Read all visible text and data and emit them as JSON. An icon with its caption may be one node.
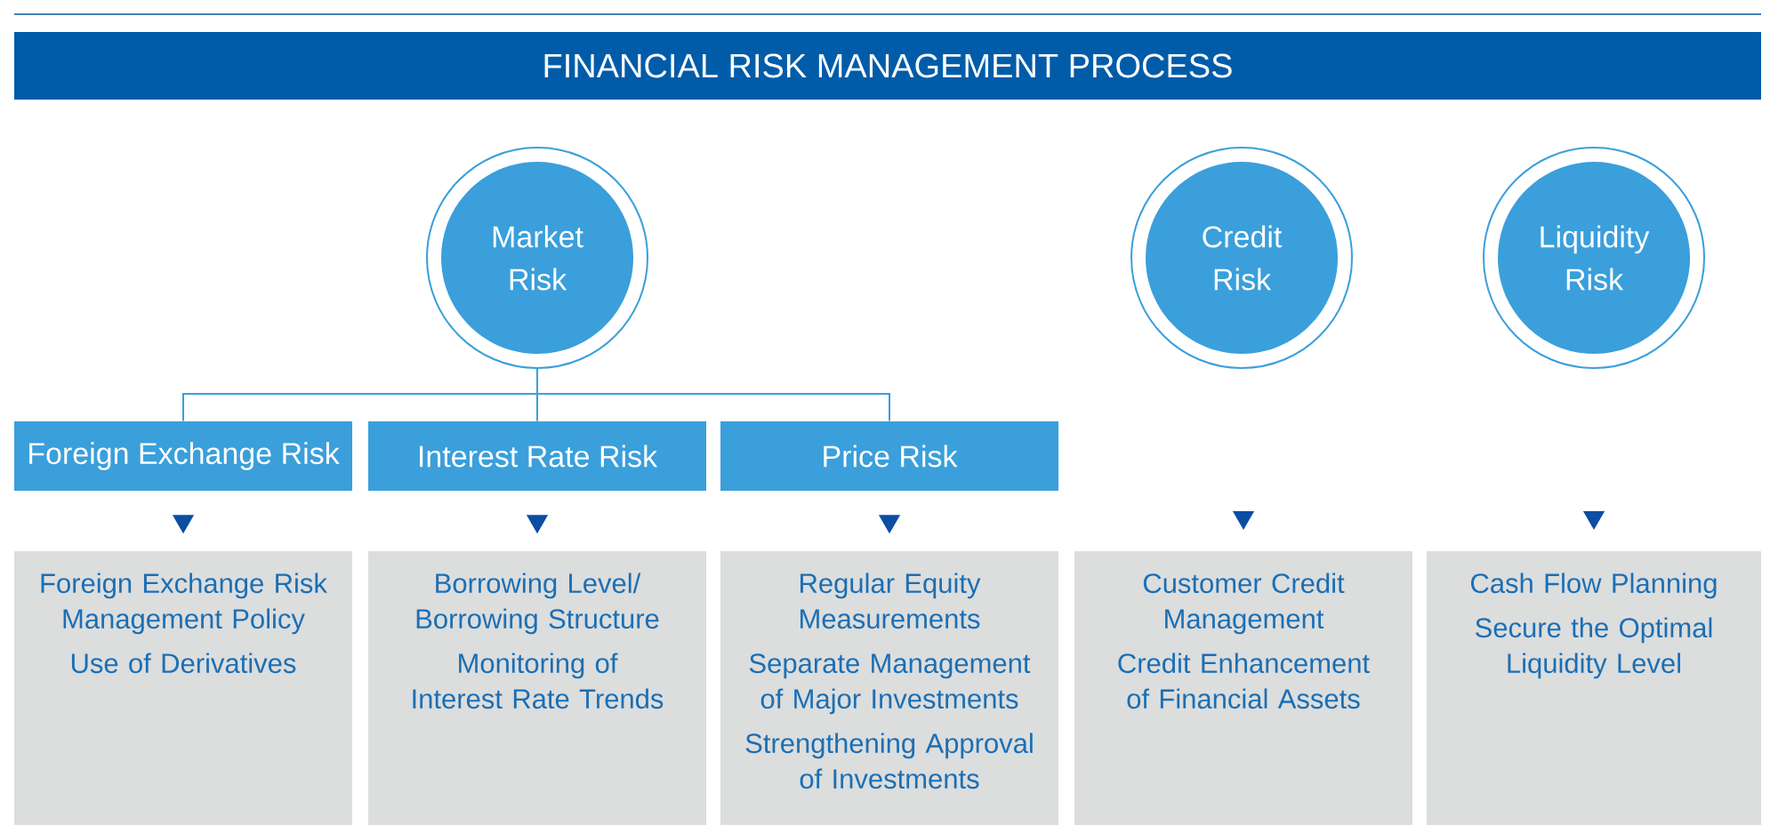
{
  "diagram": {
    "title": "FINANCIAL RISK MANAGEMENT PROCESS",
    "nodes": [
      {
        "text": [
          "Market Risk"
        ]
      },
      {
        "text": [
          "Credit Risk"
        ]
      },
      {
        "text": [
          "Liquidity Risk"
        ]
      },
      {
        "text": [
          "Foreign Exchange Risk"
        ]
      },
      {
        "text": [
          "Interest Rate Risk"
        ]
      },
      {
        "text": [
          "Price Risk"
        ]
      },
      {
        "text": [
          "Foreign Exchange Risk Management Policy",
          "Use of Derivatives"
        ]
      },
      {
        "text": [
          "Borrowing Level/ Borrowing Structure",
          "Monitoring of Interest Rate Trends"
        ]
      },
      {
        "text": [
          "Regular Equity Measurements",
          "Separate Management of Major Investments",
          "Strengthening Approval of Investments"
        ]
      },
      {
        "text": [
          "Customer Credit Management",
          "Credit Enhancement of Financial Assets"
        ]
      },
      {
        "text": [
          "Cash Flow Planning",
          "Secure the Optimal Liquidity Level"
        ]
      }
    ],
    "edges": [
      {
        "from": 0,
        "to": 3,
        "arrow": "none"
      },
      {
        "from": 0,
        "to": 4,
        "arrow": "none"
      },
      {
        "from": 0,
        "to": 5,
        "arrow": "none"
      },
      {
        "from": 3,
        "to": 6,
        "arrow": "to"
      },
      {
        "from": 4,
        "to": 7,
        "arrow": "to"
      },
      {
        "from": 5,
        "to": 8,
        "arrow": "to"
      },
      {
        "from": null,
        "to": 9,
        "arrow": "to"
      },
      {
        "from": null,
        "to": 10,
        "arrow": "to"
      }
    ]
  }
}
